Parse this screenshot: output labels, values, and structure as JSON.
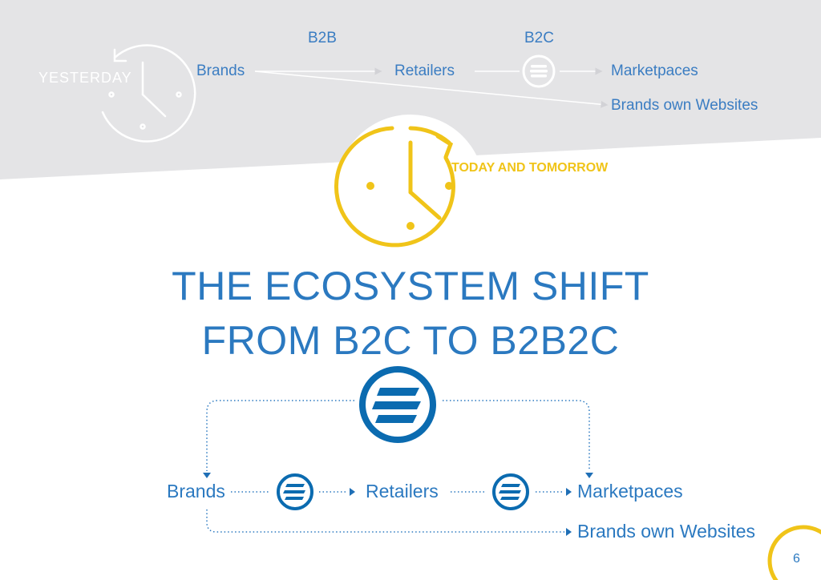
{
  "colors": {
    "accent_yellow": "#f0c419",
    "brand_blue": "#0b6bb0",
    "text_blue": "#2b79c0",
    "grey_band": "#e4e4e6",
    "faded": "#cfcfd2"
  },
  "yesterday": {
    "label": "YESTERDAY",
    "b2b_label": "B2B",
    "b2c_label": "B2C",
    "brands": "Brands",
    "retailers": "Retailers",
    "marketplaces": "Marketpaces",
    "brand_websites": "Brands own Websites"
  },
  "today": {
    "label": "TODAY AND TOMORROW"
  },
  "headline": {
    "line1": "THE ECOSYSTEM SHIFT",
    "line2": "FROM B2C TO B2B2C"
  },
  "flow": {
    "brands": "Brands",
    "retailers": "Retailers",
    "marketplaces": "Marketpaces",
    "brand_websites": "Brands own Websites"
  },
  "icons": {
    "clock_yesterday": "clock-rewind-icon",
    "clock_today": "clock-forward-icon",
    "platform_logo": "three-bars-logo-icon"
  },
  "page_number": "6"
}
